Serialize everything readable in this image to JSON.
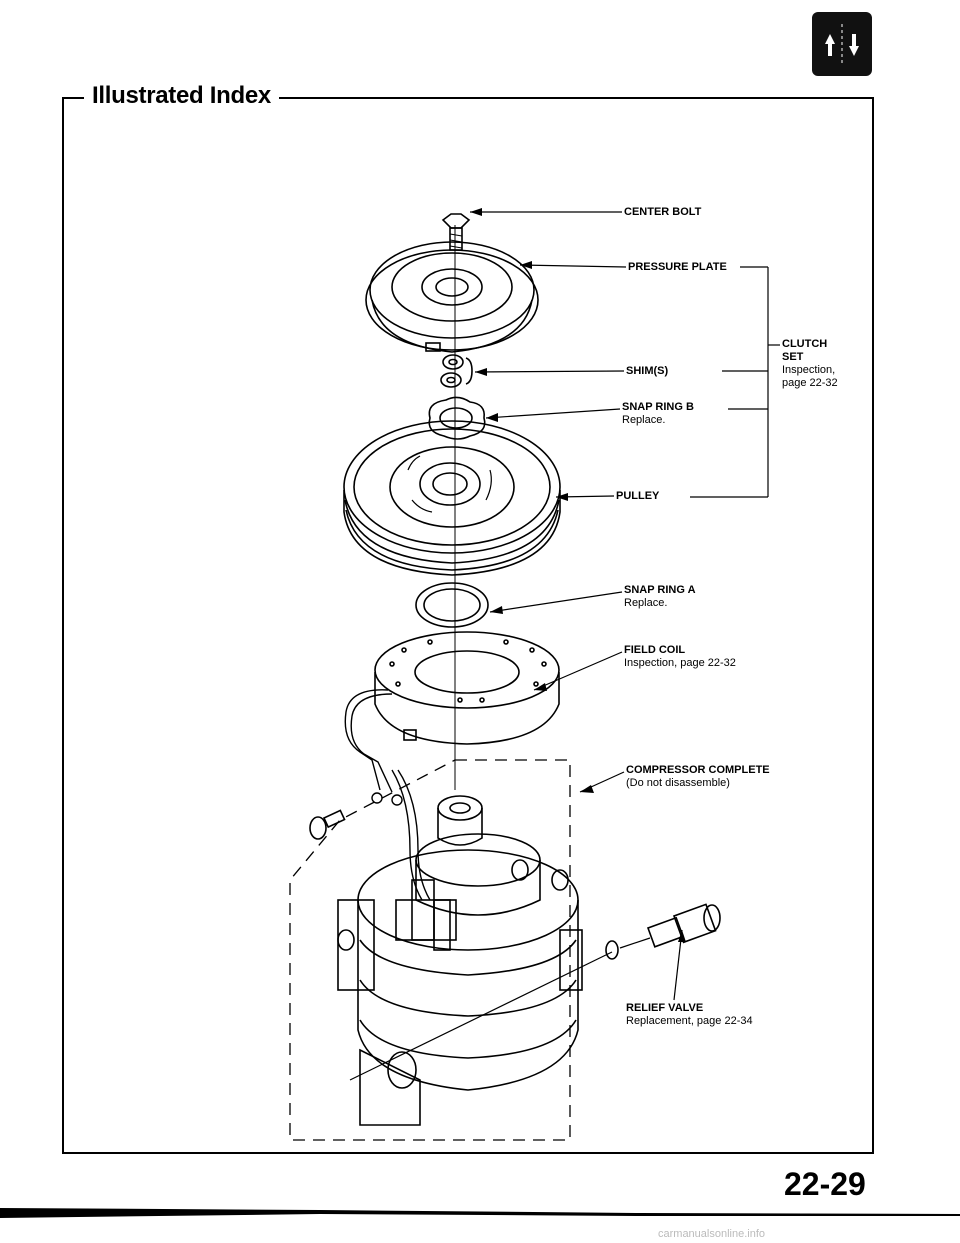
{
  "page": {
    "title": "Illustrated Index",
    "page_number": "22-29",
    "watermark": "carmanualsonline.info"
  },
  "parts": {
    "center_bolt": {
      "label": "CENTER BOLT"
    },
    "pressure_plate": {
      "label": "PRESSURE PLATE"
    },
    "shims": {
      "label": "SHIM(S)"
    },
    "snap_ring_b": {
      "label": "SNAP RING B",
      "note": "Replace."
    },
    "pulley": {
      "label": "PULLEY"
    },
    "clutch_set": {
      "label_line1": "CLUTCH",
      "label_line2": "SET",
      "note_line1": "Inspection,",
      "note_line2": "page 22-32"
    },
    "snap_ring_a": {
      "label": "SNAP RING A",
      "note": "Replace."
    },
    "field_coil": {
      "label": "FIELD COIL",
      "note": "Inspection, page 22-32"
    },
    "compressor": {
      "label": "COMPRESSOR COMPLETE",
      "note": "(Do not disassemble)"
    },
    "relief_valve": {
      "label": "RELIEF VALVE",
      "note": "Replacement, page 22-34"
    }
  }
}
